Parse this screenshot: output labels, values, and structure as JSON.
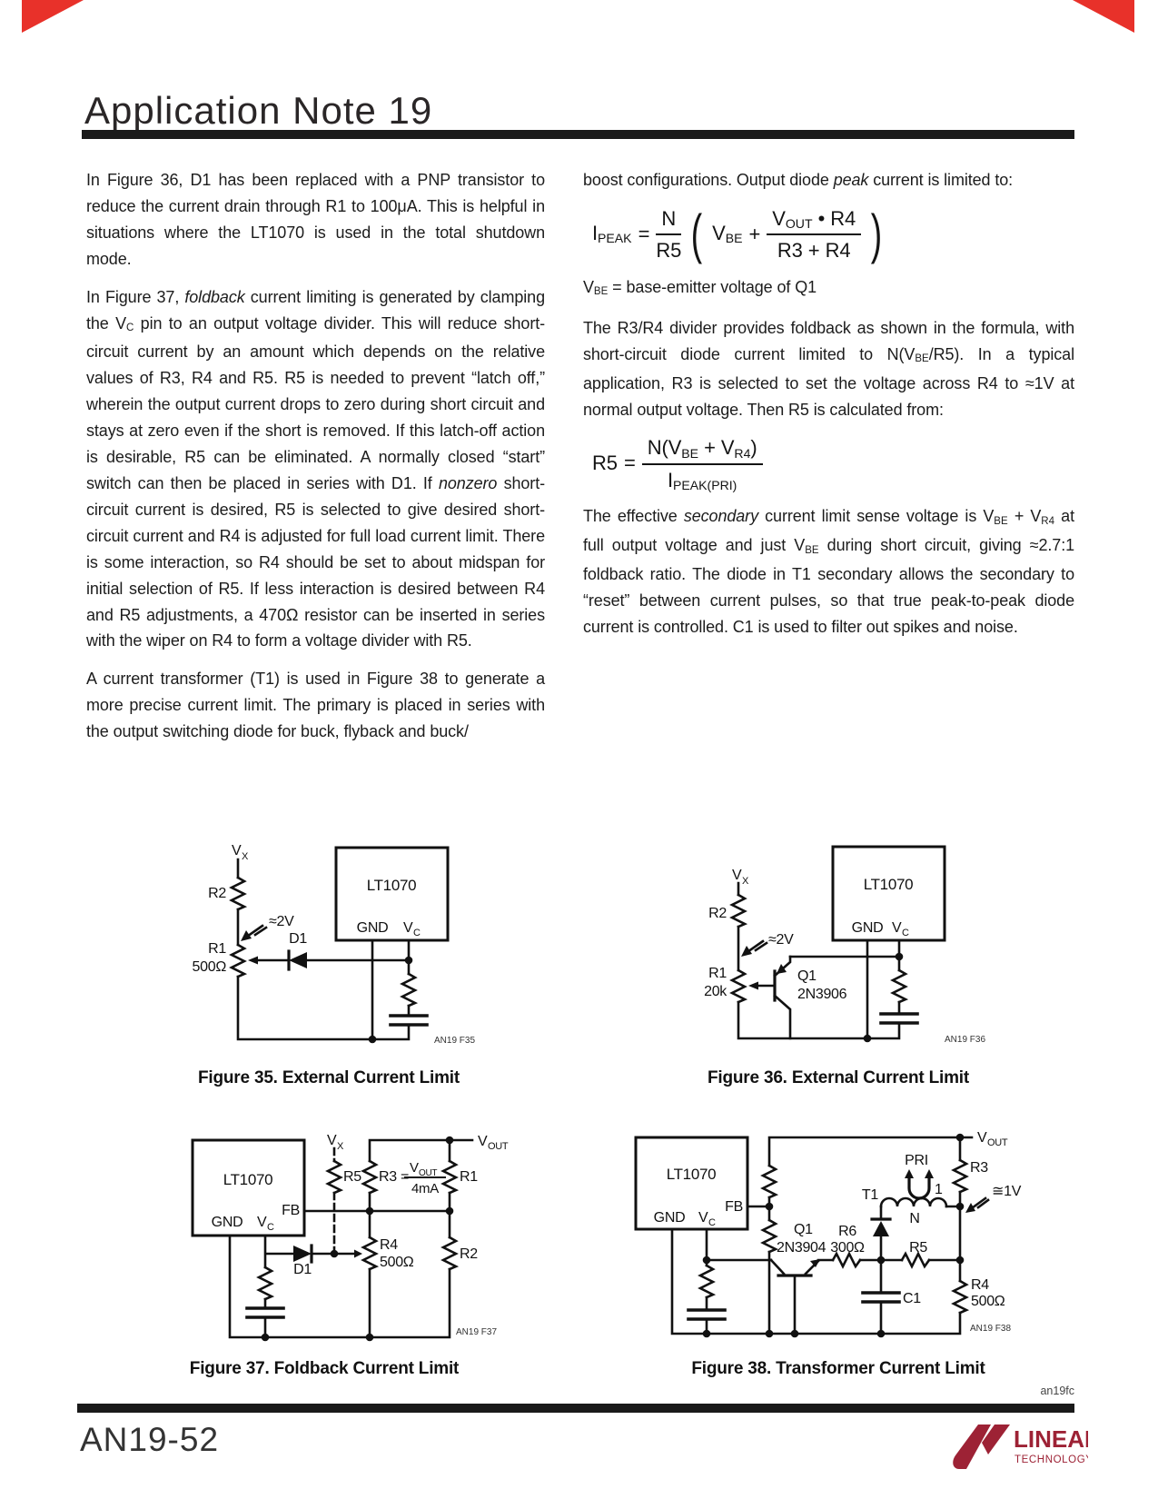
{
  "page": {
    "title": "Application Note 19",
    "page_number": "AN19-52",
    "doc_code": "an19fc",
    "logo": {
      "line1": "LINEAR",
      "line2": "TECHNOLOGY"
    },
    "colors": {
      "corner_red": "#e8312a",
      "logo_maroon": "#9d2235",
      "ink": "#1c1c1c"
    }
  },
  "left": {
    "p1": [
      {
        "t": "In Figure 36, D1 has been replaced with a PNP transistor to reduce the current drain through R1 to 100μA. This is helpful in situations where the LT1070 is used in the total shutdown mode."
      }
    ],
    "p2": [
      {
        "t": "In Figure 37, "
      },
      {
        "t": "foldback",
        "s": "i"
      },
      {
        "t": " current limiting is generated by clamping the V"
      },
      {
        "t": "C",
        "s": "sub"
      },
      {
        "t": " pin to an output voltage divider. This will reduce short-circuit current by an amount which depends on the relative values of R3, R4 and R5. R5 is needed to prevent “latch off,” wherein the output current drops to zero during short circuit and stays at zero even if the short is removed. If this latch-off action is desirable, R5 can be eliminated. A normally closed “start” switch can then be placed in series with D1. If "
      },
      {
        "t": "nonzero",
        "s": "i"
      },
      {
        "t": " short-circuit current is desired, R5 is selected to give desired short-circuit current and R4 is adjusted for full load current limit. There is some interaction, so R4 should be set to about midspan for initial selection of R5. If less interaction is desired between R4 and R5 adjustments, a 470Ω resistor can be inserted in series with the wiper on R4 to form a voltage divider with R5."
      }
    ],
    "p3": [
      {
        "t": "A current transformer (T1) is used in Figure 38 to generate a more precise current limit. The primary is placed in series with the output switching diode for buck, flyback and buck/"
      }
    ]
  },
  "right": {
    "p1": [
      {
        "t": "boost configurations. Output diode "
      },
      {
        "t": "peak",
        "s": "i"
      },
      {
        "t": " current is limited to:"
      }
    ],
    "f1": {
      "lhs": "I",
      "lhs_sub": "PEAK",
      "eq": "=",
      "num": "N",
      "den": "R5",
      "lp": "(",
      "t1": "V",
      "t1_sub": "BE",
      "plus": "+",
      "n2a": "V",
      "n2a_sub": "OUT",
      "n2b": " • R4",
      "d2": "R3 + R4",
      "rp": ")"
    },
    "vbe_def": [
      {
        "t": "V"
      },
      {
        "t": "BE",
        "s": "sub"
      },
      {
        "t": " = base-emitter voltage of Q1"
      }
    ],
    "p2": [
      {
        "t": "The R3/R4 divider provides foldback as shown in the formula, with short-circuit diode current limited to N(V"
      },
      {
        "t": "BE",
        "s": "sub"
      },
      {
        "t": "/R5). In a typical application, R3 is selected to set the voltage across R4 to ≈1V at normal output voltage. Then R5 is calculated from:"
      }
    ],
    "f2": {
      "lhs": "R5",
      "eq": "=",
      "num": [
        {
          "t": "N("
        },
        {
          "t": "V"
        },
        {
          "t": "BE",
          "s": "sub"
        },
        {
          "t": " + V"
        },
        {
          "t": "R4",
          "s": "sub"
        },
        {
          "t": ")"
        }
      ],
      "den": "I",
      "den_sub": "PEAK(PRI)"
    },
    "p3": [
      {
        "t": "The effective "
      },
      {
        "t": "secondary",
        "s": "i"
      },
      {
        "t": " current limit sense voltage is V"
      },
      {
        "t": "BE",
        "s": "sub"
      },
      {
        "t": " + V"
      },
      {
        "t": "R4",
        "s": "sub"
      },
      {
        "t": " at full output voltage and just V"
      },
      {
        "t": "BE",
        "s": "sub"
      },
      {
        "t": " during short circuit, giving ≈2.7:1 foldback ratio. The diode in T1 secondary allows the secondary to “reset” between current pulses, so that true peak-to-peak diode current is controlled. C1 is used to filter out spikes and noise."
      }
    ]
  },
  "fig35": {
    "caption": "Figure 35. External Current Limit",
    "ref": "AN19 F35",
    "chip": "LT1070",
    "gnd": "GND",
    "vc": "V",
    "vc_sub": "C",
    "vx": "V",
    "vx_sub": "X",
    "r2": "R2",
    "r1": "R1",
    "r1_val": "500Ω",
    "d1": "D1",
    "adj": "≈2V"
  },
  "fig36": {
    "caption": "Figure 36. External Current Limit",
    "ref": "AN19 F36",
    "chip": "LT1070",
    "gnd": "GND",
    "vc": "V",
    "vc_sub": "C",
    "vx": "V",
    "vx_sub": "X",
    "r2": "R2",
    "r1": "R1",
    "r1_val": "20k",
    "q1": "Q1",
    "q1_type": "2N3906",
    "adj": "≈2V"
  },
  "fig37": {
    "caption": "Figure 37. Foldback Current Limit",
    "ref": "AN19 F37",
    "chip": "LT1070",
    "fb": "FB",
    "gnd": "GND",
    "vc": "V",
    "vc_sub": "C",
    "vx": "V",
    "vx_sub": "X",
    "vout": "V",
    "vout_sub": "OUT",
    "r5": "R5",
    "r3_eq": "R3 =",
    "r3_num": "V",
    "r3_num_sub": "OUT",
    "r3_den": "4mA",
    "r1": "R1",
    "r2": "R2",
    "r4": "R4",
    "r4_val": "500Ω",
    "d1": "D1"
  },
  "fig38": {
    "caption": "Figure 38. Transformer Current Limit",
    "ref": "AN19 F38",
    "chip": "LT1070",
    "fb": "FB",
    "gnd": "GND",
    "vc": "V",
    "vc_sub": "C",
    "vout": "V",
    "vout_sub": "OUT",
    "pri": "PRI",
    "one": "1",
    "t1": "T1",
    "n": "N",
    "r3": "R3",
    "adj": "≅1V",
    "q1": "Q1",
    "q1_type": "2N3904",
    "r6": "R6",
    "r6_val": "300Ω",
    "r5": "R5",
    "c1": "C1",
    "r4": "R4",
    "r4_val": "500Ω"
  }
}
